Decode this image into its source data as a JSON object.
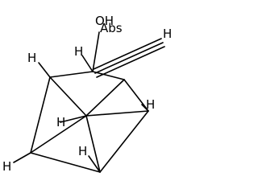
{
  "molecule": {
    "atom_labels": {
      "hydroxyl": "OH",
      "abs": "Abs",
      "alkyne_h": "H",
      "h_upper_left": "H",
      "h_upper_mid": "H",
      "h_right": "H",
      "h_center": "H",
      "h_left": "H",
      "h_bottom": "H"
    },
    "bond_color": "#000000",
    "background": "#ffffff"
  }
}
